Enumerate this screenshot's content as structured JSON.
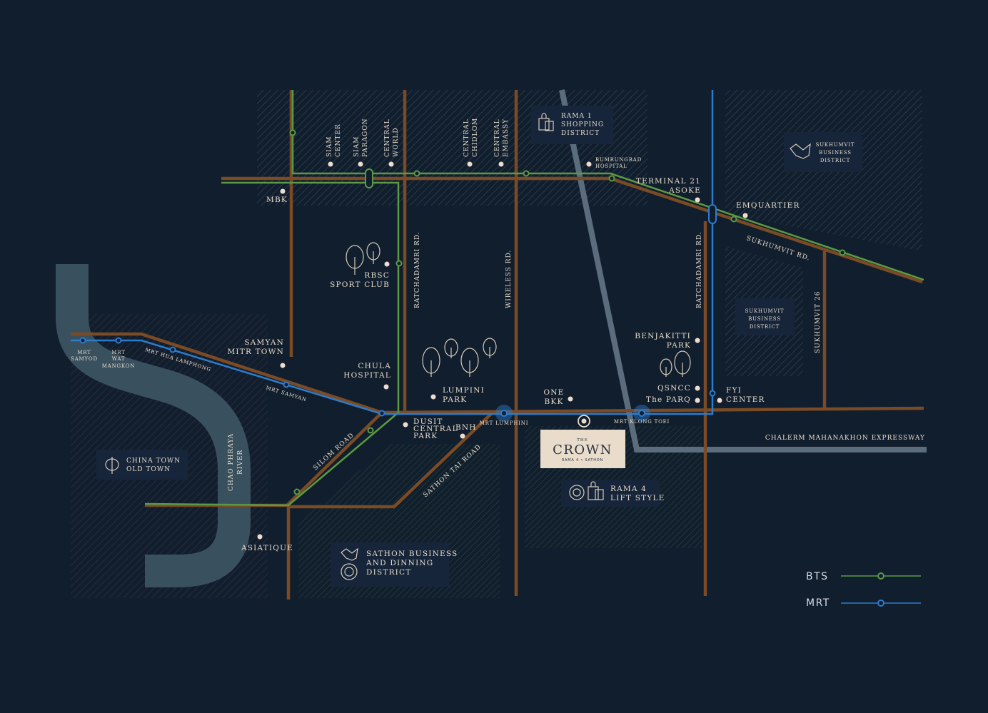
{
  "colors": {
    "background": "#111e2d",
    "road": "#7a4b25",
    "bts": "#5b9a44",
    "mrt": "#2c7ccd",
    "expressway": "#5b6c7c",
    "river": "#39505f",
    "poi": "#efdcd0",
    "text": "#e8dccb",
    "logo_bg": "#e9dccb"
  },
  "roads": {
    "ratchadamri": "RATCHADAMRI RD.",
    "wireless": "WIRELESS RD.",
    "ratchadamri_east": "RATCHADAMRI RD.",
    "sukhumvit_26": "SUKHUMVIT 26",
    "sukhumvit_rd": "SUKHUMVIT RD.",
    "silom": "SILOM ROAD",
    "sathon_tai": "SATHON TAI ROAD",
    "expressway": "CHALERM MAHANAKHON EXPRESSWAY",
    "river": [
      "CHAO PHRAYA",
      "RIVER"
    ]
  },
  "districts": {
    "rama1": [
      "RAMA 1",
      "SHOPPING",
      "DISTRICT"
    ],
    "sukhumvit_top": [
      "SUKHUMVIT",
      "BUSINESS",
      "DISTRICT"
    ],
    "sukhumvit_mid": [
      "SUKHUMVIT",
      "BUSINESS",
      "DISTRICT"
    ],
    "chinatown": [
      "CHINA TOWN",
      "OLD TOWN"
    ],
    "sathon": [
      "SATHON BUSINESS",
      "AND DINNING",
      "DISTRICT"
    ],
    "rama4": [
      "RAMA 4",
      "LIFT STYLE"
    ]
  },
  "places": {
    "siam_center": [
      "SIAM",
      "CENTER"
    ],
    "siam_paragon": [
      "SIAM",
      "PARAGON"
    ],
    "central_world": [
      "CENTRAL",
      "WORLD"
    ],
    "central_chidlom": [
      "CENTRAL",
      "CHIDLOM"
    ],
    "central_embassy": [
      "CENTRAL",
      "EMBASSY"
    ],
    "bumrungrad": [
      "BUMRUNGRAD",
      "HOSPITAL"
    ],
    "terminal21": [
      "TERMINAL 21",
      "ASOKE"
    ],
    "emquartier": "EMQUARTIER",
    "mbk": "MBK",
    "rbsc": [
      "RBSC",
      "SPORT CLUB"
    ],
    "samyan_mitr": [
      "SAMYAN",
      "MITR TOWN"
    ],
    "chula": [
      "CHULA",
      "HOSPITAL"
    ],
    "lumpini_park": [
      "LUMPINI",
      "PARK"
    ],
    "one_bkk": [
      "ONE",
      "BKK"
    ],
    "benjakitti": [
      "BENJAKITTI",
      "PARK"
    ],
    "qsncc": "QSNCC",
    "the_parq": "The PARQ",
    "fyi": [
      "FYI",
      "CENTER"
    ],
    "dusit": [
      "DUSIT",
      "CENTRAL",
      "PARK"
    ],
    "bnh": "BNH",
    "asiatique": "ASIATIQUE"
  },
  "stations": {
    "samyod": [
      "MRT",
      "SAMYOD"
    ],
    "wat_mangkon": [
      "MRT",
      "WAT",
      "MANGKON"
    ],
    "hua_lamphong": "MRT HUA LAMPHONG",
    "samyan": "MRT SAMYAN",
    "lumphini": "MRT LUMPHINI",
    "khlong_toei": "MRT KLONG TOEI"
  },
  "logo": {
    "the": "THE",
    "name": "CROWN",
    "sub": "RAMA 4 • SATHON"
  },
  "legend": [
    {
      "label": "BTS",
      "color": "#5b9a44"
    },
    {
      "label": "MRT",
      "color": "#2c7ccd"
    }
  ]
}
